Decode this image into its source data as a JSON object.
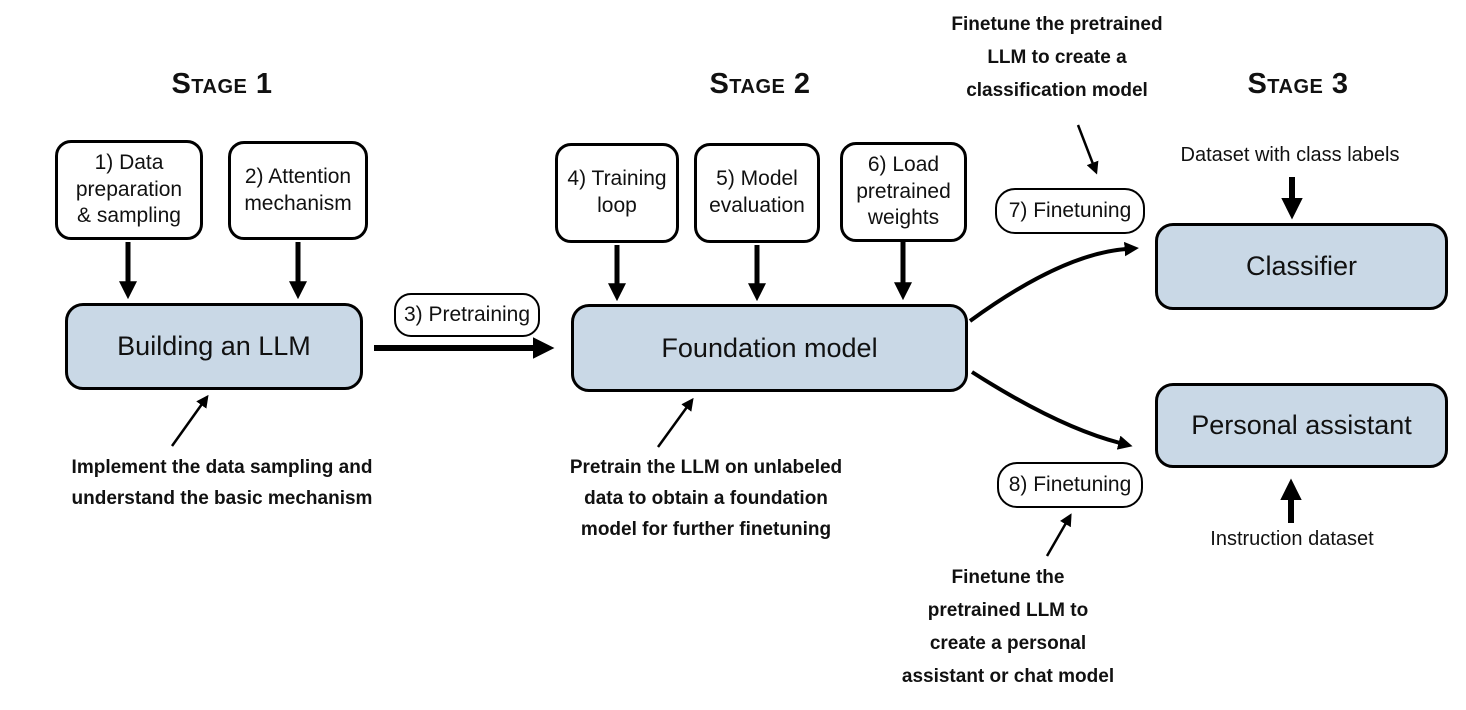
{
  "stages": {
    "stage1": "Stage 1",
    "stage2": "Stage 2",
    "stage3": "Stage 3"
  },
  "step_boxes": {
    "step1": "1) Data preparation & sampling",
    "step2": "2) Attention mechanism",
    "step3": "3) Pretraining",
    "step4": "4) Training loop",
    "step5": "5) Model evaluation",
    "step6": "6) Load pretrained weights",
    "step7": "7) Finetuning",
    "step8": "8) Finetuning"
  },
  "main_boxes": {
    "building_llm": "Building an LLM",
    "foundation_model": "Foundation model",
    "classifier": "Classifier",
    "personal_assistant": "Personal assistant"
  },
  "io_labels": {
    "dataset_class_labels": "Dataset with class labels",
    "instruction_dataset": "Instruction dataset"
  },
  "annotations": {
    "stage1_note": {
      "lines": [
        "Implement the data sampling and",
        "understand the basic mechanism"
      ]
    },
    "stage2_note": {
      "lines": [
        "Pretrain the LLM on unlabeled",
        "data to obtain a foundation",
        "model for further finetuning"
      ]
    },
    "classification_note": {
      "lines": [
        "Finetune the pretrained",
        "LLM to create a",
        "classification model"
      ]
    },
    "assistant_note": {
      "lines": [
        "Finetune the",
        "pretrained LLM to",
        "create a personal",
        "assistant or chat model"
      ]
    }
  },
  "colors": {
    "box_fill": "#c9d8e6",
    "box_border": "#000000",
    "background": "#ffffff",
    "text": "#111111"
  }
}
